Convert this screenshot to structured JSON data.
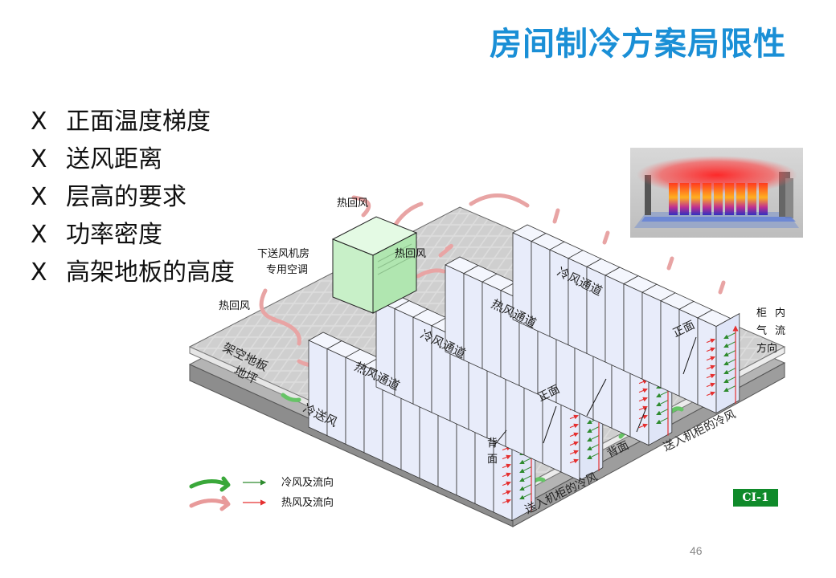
{
  "title": "房间制冷方案局限性",
  "bullets": [
    {
      "mark": "X",
      "text": "正面温度梯度"
    },
    {
      "mark": "X",
      "text": "送风距离"
    },
    {
      "mark": "X",
      "text": "层高的要求"
    },
    {
      "mark": "X",
      "text": "功率密度"
    },
    {
      "mark": "X",
      "text": "高架地板的高度"
    }
  ],
  "diagram": {
    "hot_return_air": "热回风",
    "crac_line1": "下送风机房",
    "crac_line2": "专用空调",
    "raised_floor": "架空地板",
    "ground_floor": "地坪",
    "cold_supply": "冷送风",
    "cold_aisle": "冷风通道",
    "hot_aisle": "热风通道",
    "front": "正面",
    "back": "背面",
    "back_v1": "背",
    "back_v2": "面",
    "cabinet_airflow": [
      "柜",
      "内",
      "气",
      "流",
      "方向"
    ],
    "cold_into_cabinet": "送入机柜的冷风",
    "legend_cold": "冷风及流向",
    "legend_hot": "热风及流向",
    "colors": {
      "cold": "#2e8b2e",
      "hot": "#e53030",
      "cabinet": "#e8ecfa",
      "crac": "#c8f0c8"
    }
  },
  "badge": "CI-1",
  "page_number": "46"
}
